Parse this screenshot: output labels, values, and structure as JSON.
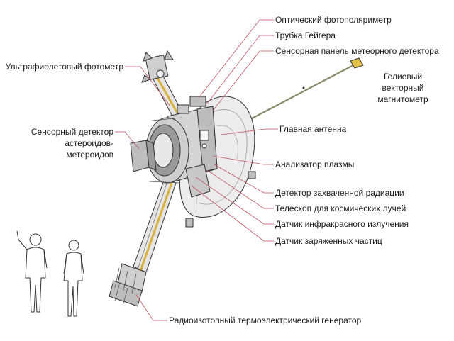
{
  "colors": {
    "leader": "#c4505f",
    "metal": "#d9d9d9",
    "dark_metal": "#9a9a9a",
    "boom": "#d9b23a",
    "outline": "#333333"
  },
  "labels": {
    "optical_photopolarimeter": "Оптический фотополяриметр",
    "geiger_tube": "Трубка Гейгера",
    "meteor_sensor_panel": "Сенсорная панель метеорного детектора",
    "uv_photometer": "Ультрафиолетовый фотометр",
    "magnetometer_line1": "Гелиевый",
    "magnetometer_line2": "векторный",
    "magnetometer_line3": "магнитометр",
    "asteroid_detector_line1": "Сенсорный детектор",
    "asteroid_detector_line2": "астероидов-",
    "asteroid_detector_line3": "метероидов",
    "main_antenna": "Главная антенна",
    "plasma_analyzer": "Анализатор плазмы",
    "trapped_radiation_detector": "Детектор захваченной радиации",
    "cosmic_ray_telescope": "Телескоп для космических лучей",
    "infrared_sensor": "Датчик инфракрасного излучения",
    "charged_particle_sensor": "Датчик заряженных частиц",
    "rtg": "Радиоизотопный термоэлектрический генератор"
  }
}
